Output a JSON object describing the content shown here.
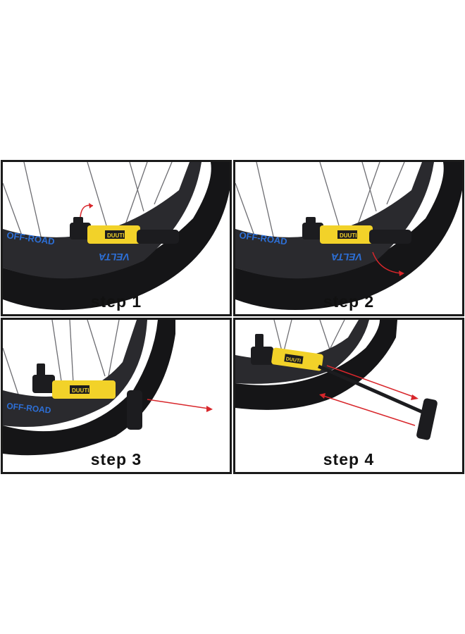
{
  "steps": [
    {
      "label": "step 1"
    },
    {
      "label": "step 2"
    },
    {
      "label": "step 3"
    },
    {
      "label": "step 4"
    }
  ],
  "pump": {
    "brand": "DUUTI"
  },
  "tire": {
    "sidewall_text": "OFF-ROAD",
    "brand_text": "VELTA"
  },
  "colors": {
    "pump_body": "#f2d229",
    "pump_dark": "#1c1c1f",
    "tire": "#151517",
    "tire_text": "#2d6fd6",
    "arrow": "#d8262b",
    "frame": "#1a1a1a"
  }
}
